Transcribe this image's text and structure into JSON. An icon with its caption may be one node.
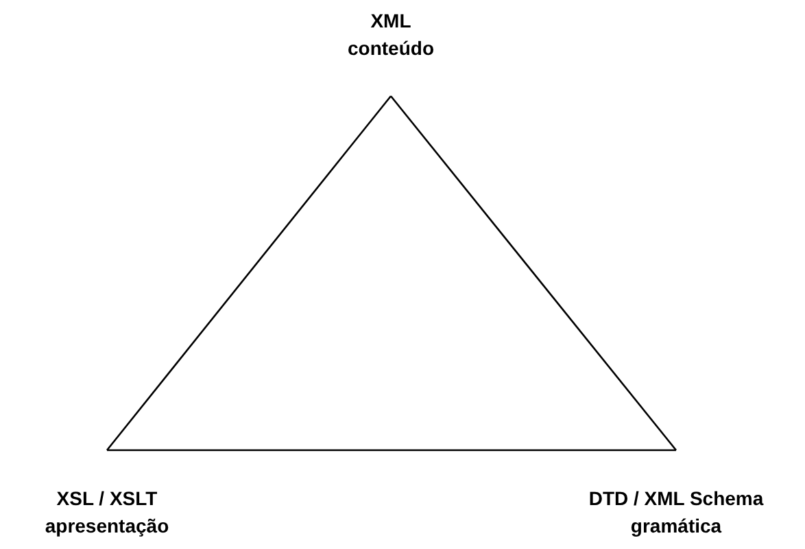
{
  "diagram": {
    "nodes": [
      {
        "text": [
          "XML",
          "conteúdo"
        ]
      },
      {
        "text": [
          "XSL / XSLT",
          "apresentação"
        ]
      },
      {
        "text": [
          "DTD / XML Schema",
          "gramática"
        ]
      }
    ],
    "edges": [
      {
        "from": 0,
        "to": 1,
        "arrow": "none"
      },
      {
        "from": 1,
        "to": 2,
        "arrow": "none"
      },
      {
        "from": 2,
        "to": 0,
        "arrow": "none"
      }
    ]
  }
}
